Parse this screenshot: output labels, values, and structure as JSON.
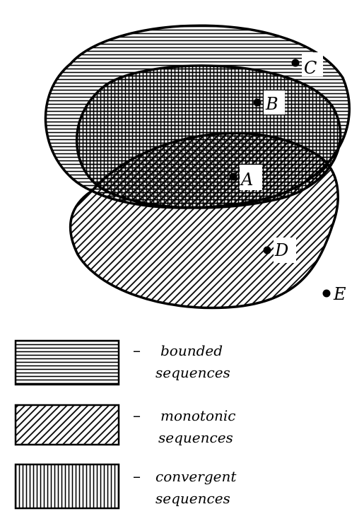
{
  "points": [
    {
      "id": "A",
      "label": "A"
    },
    {
      "id": "B",
      "label": "B"
    },
    {
      "id": "C",
      "label": "C"
    },
    {
      "id": "D",
      "label": "D"
    },
    {
      "id": "E",
      "label": "E"
    }
  ],
  "legend": {
    "dash": "–",
    "items": [
      {
        "id": "bounded",
        "pattern": "horizontal-hatch",
        "line1": "bounded",
        "line2": "sequences"
      },
      {
        "id": "monotonic",
        "pattern": "diagonal-hatch",
        "line1": "monotonic",
        "line2": "sequences"
      },
      {
        "id": "convergent",
        "pattern": "vertical-hatch",
        "line1": "convergent",
        "line2": "sequences"
      }
    ]
  },
  "colors": {
    "ink": "#000000",
    "background": "#ffffff"
  }
}
